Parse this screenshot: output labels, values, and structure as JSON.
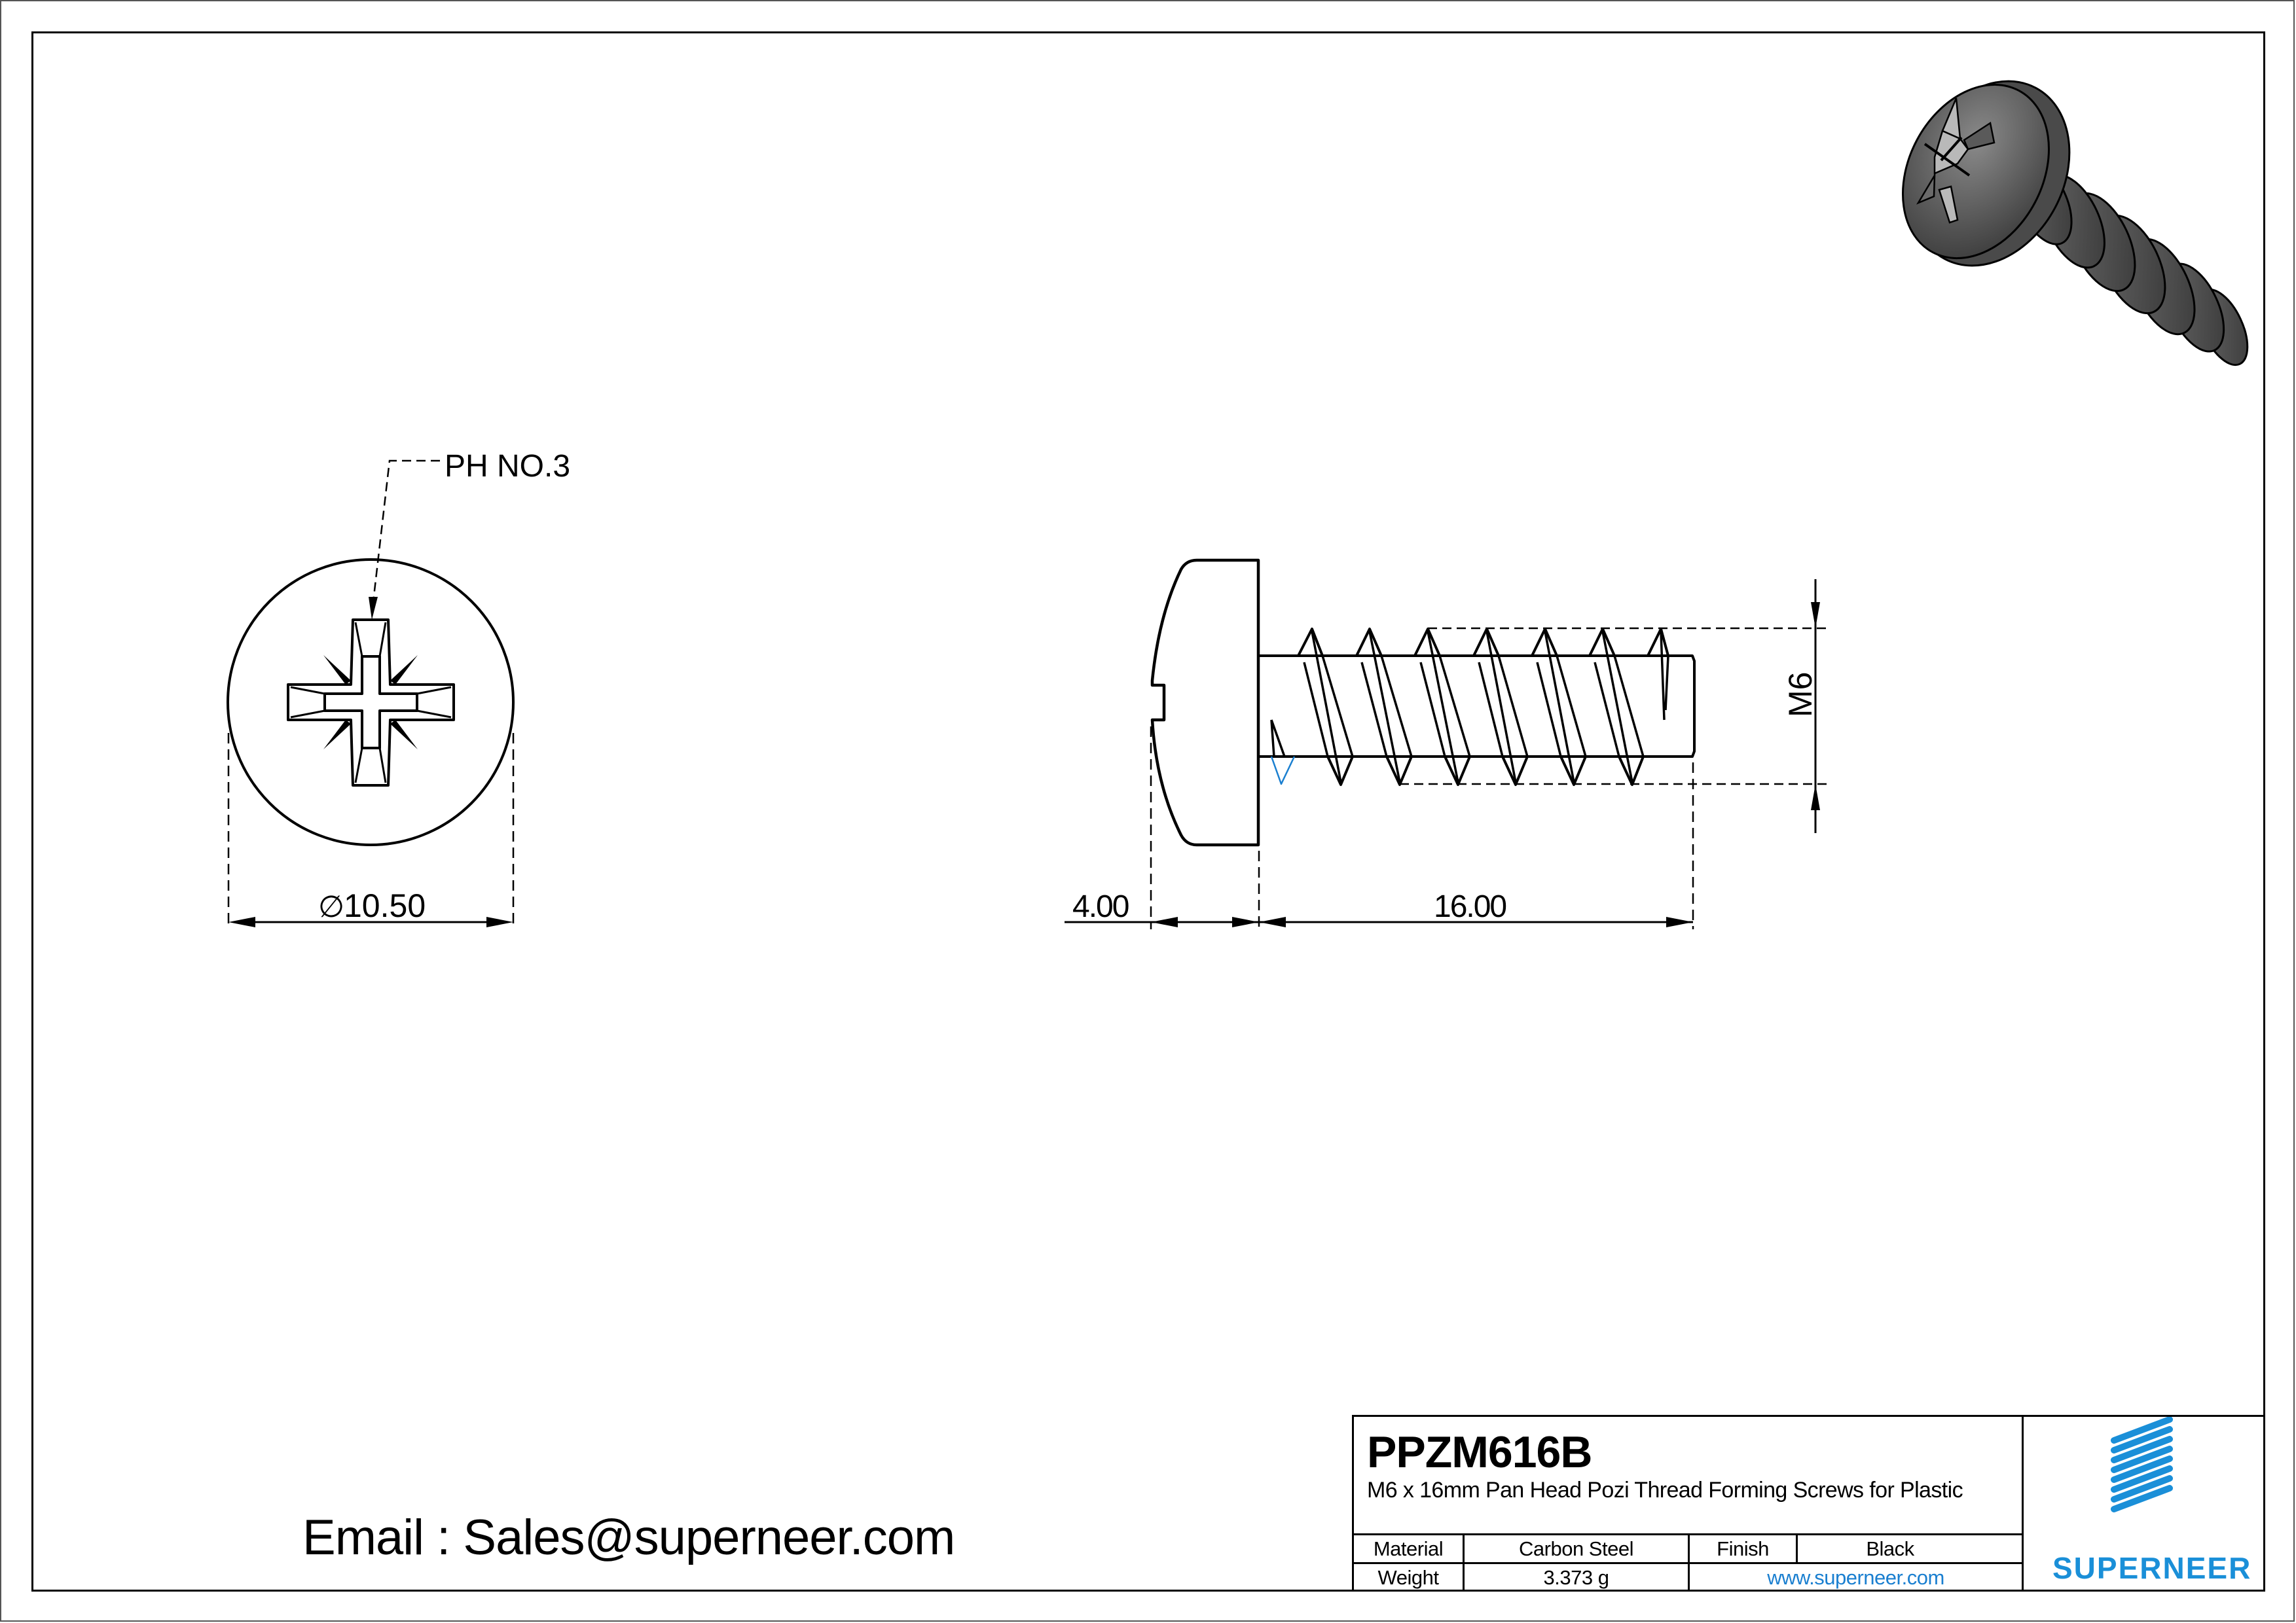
{
  "drawing": {
    "top_view": {
      "callout_label": "PH NO.3",
      "diameter_symbol": "∅",
      "diameter_value": "10.50"
    },
    "side_view": {
      "head_height_value": "4.00",
      "length_value": "16.00",
      "thread_size_label": "M6"
    }
  },
  "contact": {
    "email_line": "Email : Sales@superneer.com"
  },
  "title_block": {
    "part_number": "PPZM616B",
    "description": "M6 x 16mm Pan Head Pozi Thread Forming Screws for Plastic",
    "material_label": "Material",
    "material_value": "Carbon Steel",
    "finish_label": "Finish",
    "finish_value": "Black",
    "weight_label": "Weight",
    "weight_value": "3.373 g",
    "website": "www.superneer.com",
    "brand": "SUPERNEER"
  },
  "colors": {
    "line": "#000000",
    "brand_blue": "#1a8fd8",
    "link_blue": "#1a7fd0",
    "render_gray": "#5a5a5a"
  }
}
